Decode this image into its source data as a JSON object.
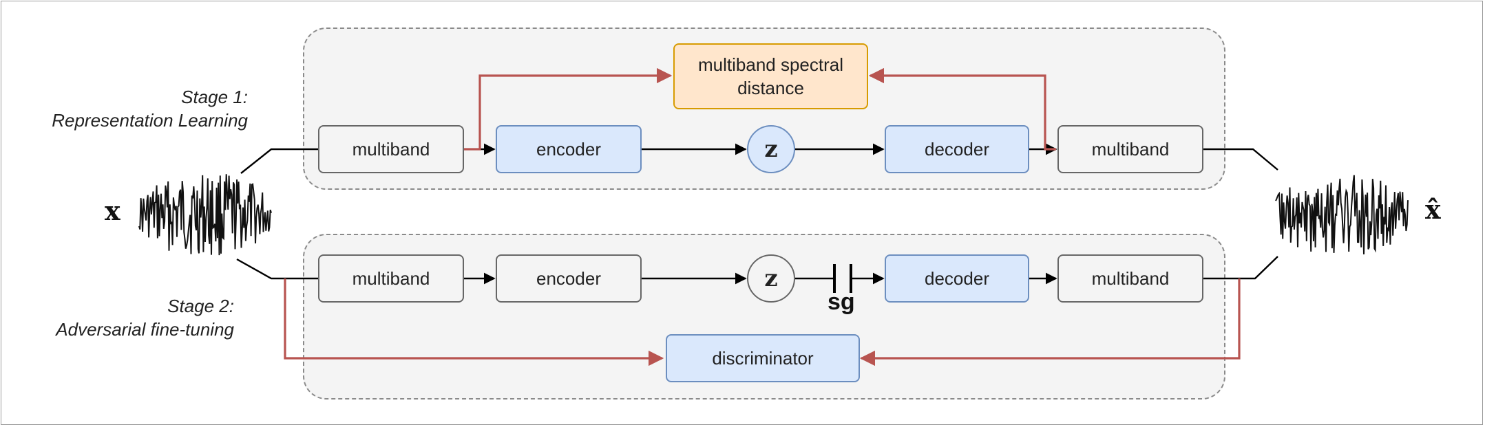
{
  "stage1": {
    "label_line1": "Stage 1:",
    "label_line2": "Representation Learning",
    "nodes": {
      "multiband_in": "multiband",
      "encoder": "encoder",
      "latent": "z",
      "decoder": "decoder",
      "multiband_out": "multiband",
      "loss": "multiband spectral distance"
    }
  },
  "stage2": {
    "label_line1": "Stage 2:",
    "label_line2": "Adversarial fine-tuning",
    "nodes": {
      "multiband_in": "multiband",
      "encoder": "encoder",
      "latent": "z",
      "stop_gradient": "sg",
      "decoder": "decoder",
      "multiband_out": "multiband",
      "discriminator": "discriminator"
    }
  },
  "signals": {
    "input": "x",
    "output": "x̂"
  },
  "colors": {
    "feedback_arrow": "#b85450",
    "trained_fill": "#dae8fc",
    "trained_stroke": "#6c8ebf",
    "frozen_fill": "#f4f4f4",
    "frozen_stroke": "#666666",
    "loss_fill": "#ffe6cc",
    "loss_stroke": "#d79b00"
  }
}
